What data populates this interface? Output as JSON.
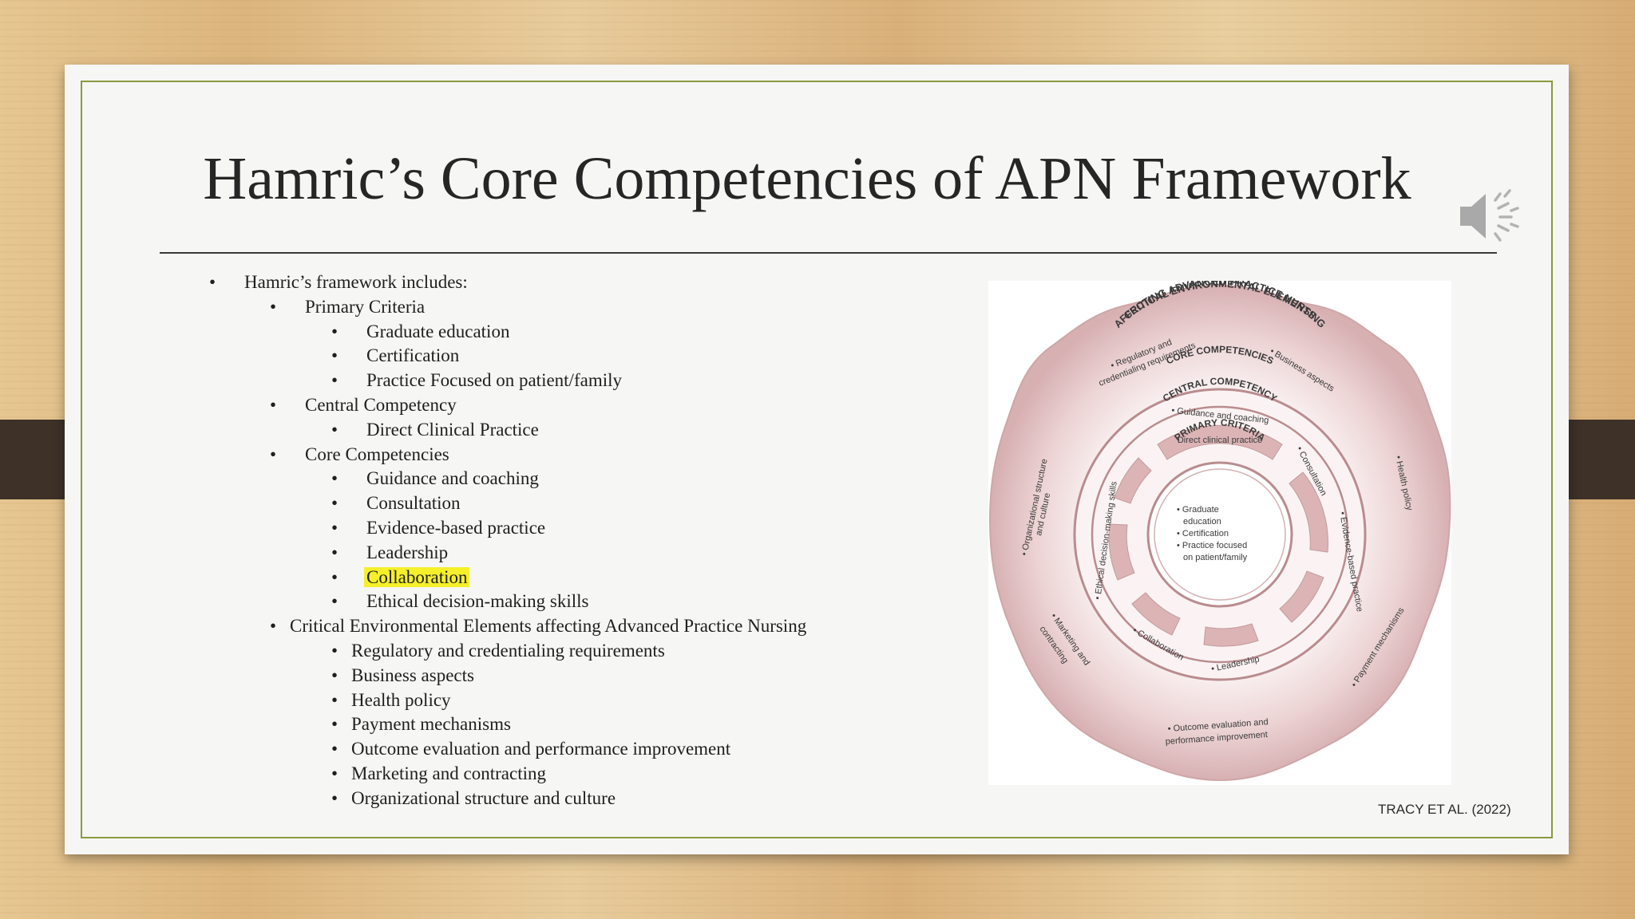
{
  "title": "Hamric’s Core Competencies of APN Framework",
  "bullets": [
    {
      "level": 1,
      "text": "Hamric’s framework includes:"
    },
    {
      "level": 2,
      "text": "Primary Criteria"
    },
    {
      "level": 3,
      "text": "Graduate education"
    },
    {
      "level": 3,
      "text": "Certification"
    },
    {
      "level": 3,
      "text": "Practice Focused on patient/family"
    },
    {
      "level": 2,
      "text": "Central Competency"
    },
    {
      "level": 3,
      "text": "Direct Clinical Practice"
    },
    {
      "level": 2,
      "text": "Core Competencies"
    },
    {
      "level": 3,
      "text": "Guidance and coaching"
    },
    {
      "level": 3,
      "text": "Consultation"
    },
    {
      "level": 3,
      "text": "Evidence-based practice"
    },
    {
      "level": 3,
      "text": "Leadership"
    },
    {
      "level": 3,
      "text": "Collaboration",
      "highlight": true
    },
    {
      "level": 3,
      "text": "Ethical decision-making skills"
    },
    {
      "level": 2,
      "text": "Critical Environmental Elements affecting Advanced Practice Nursing",
      "tight": true
    },
    {
      "level": 3,
      "text": "Regulatory and credentialing requirements",
      "tight": true
    },
    {
      "level": 3,
      "text": "Business aspects",
      "tight": true
    },
    {
      "level": 3,
      "text": "Health policy",
      "tight": true
    },
    {
      "level": 3,
      "text": "Payment mechanisms",
      "tight": true
    },
    {
      "level": 3,
      "text": "Outcome evaluation and performance improvement",
      "tight": true
    },
    {
      "level": 3,
      "text": "Marketing and contracting",
      "tight": true
    },
    {
      "level": 3,
      "text": "Organizational structure and culture",
      "tight": true
    }
  ],
  "bullet_glyph": "•",
  "citation": "TRACY ET AL. (2022)",
  "highlight_color": "#f5f02a",
  "frame_color": "#8a9a3b",
  "diagram": {
    "outer_title_1": "CRITICAL ENVIRONMENTAL ELEMENTS",
    "outer_title_2": "AFFECTING ADVANCED PRACTICE NURSING",
    "env_regulatory_1": "• Regulatory and",
    "env_regulatory_2": "credentialing requirements",
    "env_business": "• Business aspects",
    "env_health": "• Health policy",
    "env_payment": "• Payment mechanisms",
    "env_outcome_1": "• Outcome evaluation and",
    "env_outcome_2": "performance improvement",
    "env_marketing_1": "• Marketing and",
    "env_marketing_2": "contracting",
    "env_org_1": "• Organizational structure",
    "env_org_2": "and culture",
    "core_title": "CORE COMPETENCIES",
    "core_guidance": "• Guidance and coaching",
    "core_consultation": "• Consultation",
    "core_evidence": "• Evidence-based practice",
    "core_leadership": "• Leadership",
    "core_collaboration": "• Collaboration",
    "core_ethical": "• Ethical decision-making skills",
    "central_title": "CENTRAL COMPETENCY",
    "central_text": "Direct clinical practice",
    "primary_title": "PRIMARY CRITERIA",
    "primary_1": "• Graduate",
    "primary_2": "education",
    "primary_3": "• Certification",
    "primary_4": "• Practice focused",
    "primary_5": "on patient/family"
  }
}
